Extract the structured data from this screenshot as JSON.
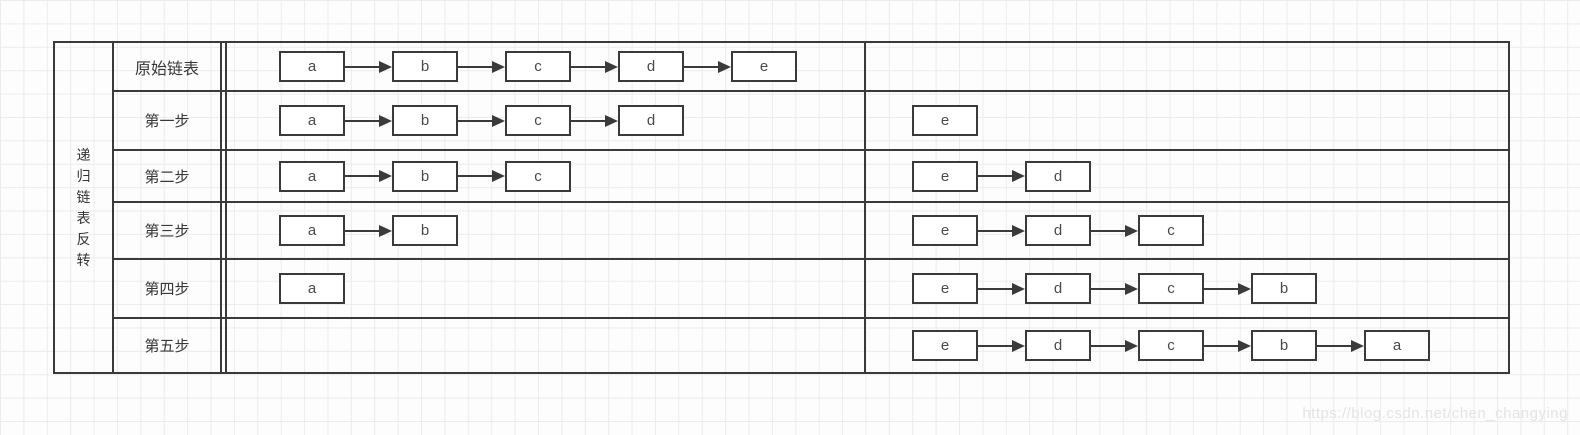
{
  "diagram": {
    "side_label": "递归链表反转",
    "rows": [
      {
        "label": "原始链表",
        "left": [
          "a",
          "b",
          "c",
          "d",
          "e"
        ],
        "right": []
      },
      {
        "label": "第一步",
        "left": [
          "a",
          "b",
          "c",
          "d"
        ],
        "right": [
          "e"
        ]
      },
      {
        "label": "第二步",
        "left": [
          "a",
          "b",
          "c"
        ],
        "right": [
          "e",
          "d"
        ]
      },
      {
        "label": "第三步",
        "left": [
          "a",
          "b"
        ],
        "right": [
          "e",
          "d",
          "c"
        ]
      },
      {
        "label": "第四步",
        "left": [
          "a"
        ],
        "right": [
          "e",
          "d",
          "c",
          "b"
        ]
      },
      {
        "label": "第五步",
        "left": [],
        "right": [
          "e",
          "d",
          "c",
          "b",
          "a"
        ]
      }
    ],
    "colors": {
      "border": "#3a3a3a",
      "node_text": "#4a4a4a",
      "grid": "#ececec"
    }
  },
  "watermark": "https://blog.csdn.net/chen_changying"
}
